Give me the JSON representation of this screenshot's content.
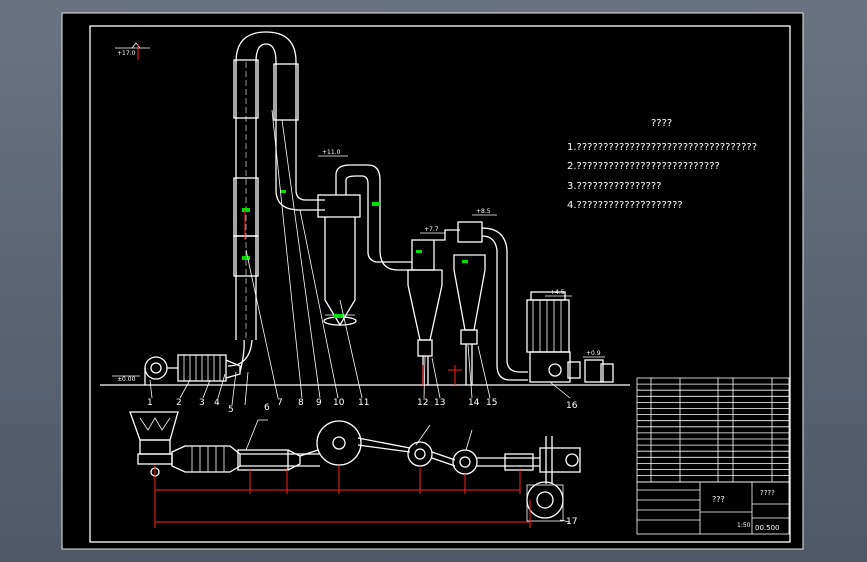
{
  "notes": {
    "title": "????",
    "lines": [
      "1.??????????????????????????????????",
      "2.???????????????????????????",
      "3.????????????????",
      "4.????????????????????"
    ]
  },
  "elevations": {
    "top": "+17.0",
    "e2": "+11.0",
    "e3": "+7.7",
    "e4": "+8.5",
    "e5": "+4.5",
    "e6": "+0.9",
    "ground": "±0.00"
  },
  "part_numbers": [
    "1",
    "2",
    "3",
    "4",
    "5",
    "6",
    "7",
    "8",
    "9",
    "10",
    "11",
    "12",
    "13",
    "14",
    "15",
    "16",
    "17"
  ],
  "title_block": {
    "name": "???",
    "drawing_no": "????",
    "scale": "1:50",
    "code": "00.500"
  }
}
